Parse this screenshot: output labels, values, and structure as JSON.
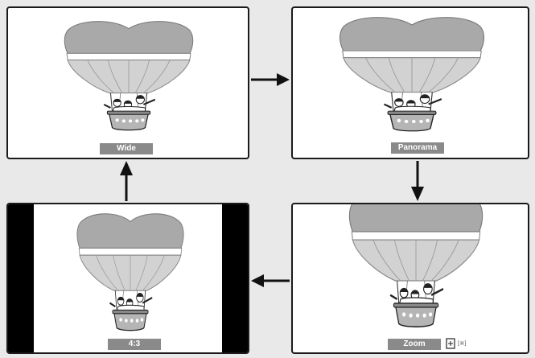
{
  "panels": {
    "wide": {
      "label": "Wide"
    },
    "panorama": {
      "label": "Panorama"
    },
    "zoom": {
      "label": "Zoom",
      "icon_text": "[H]"
    },
    "standard": {
      "label": "4:3"
    }
  },
  "colors": {
    "balloon_top": "#a9a9a9",
    "balloon_band": "#ffffff",
    "balloon_lower": "#d2d2d2",
    "basket": "#b5b5b5",
    "outline": "#1a1a1a",
    "label_bg": "#8a8a8a"
  },
  "icons": {
    "flow_arrow": "arrow-icon",
    "aspect": "aspect-ratio-icon"
  }
}
